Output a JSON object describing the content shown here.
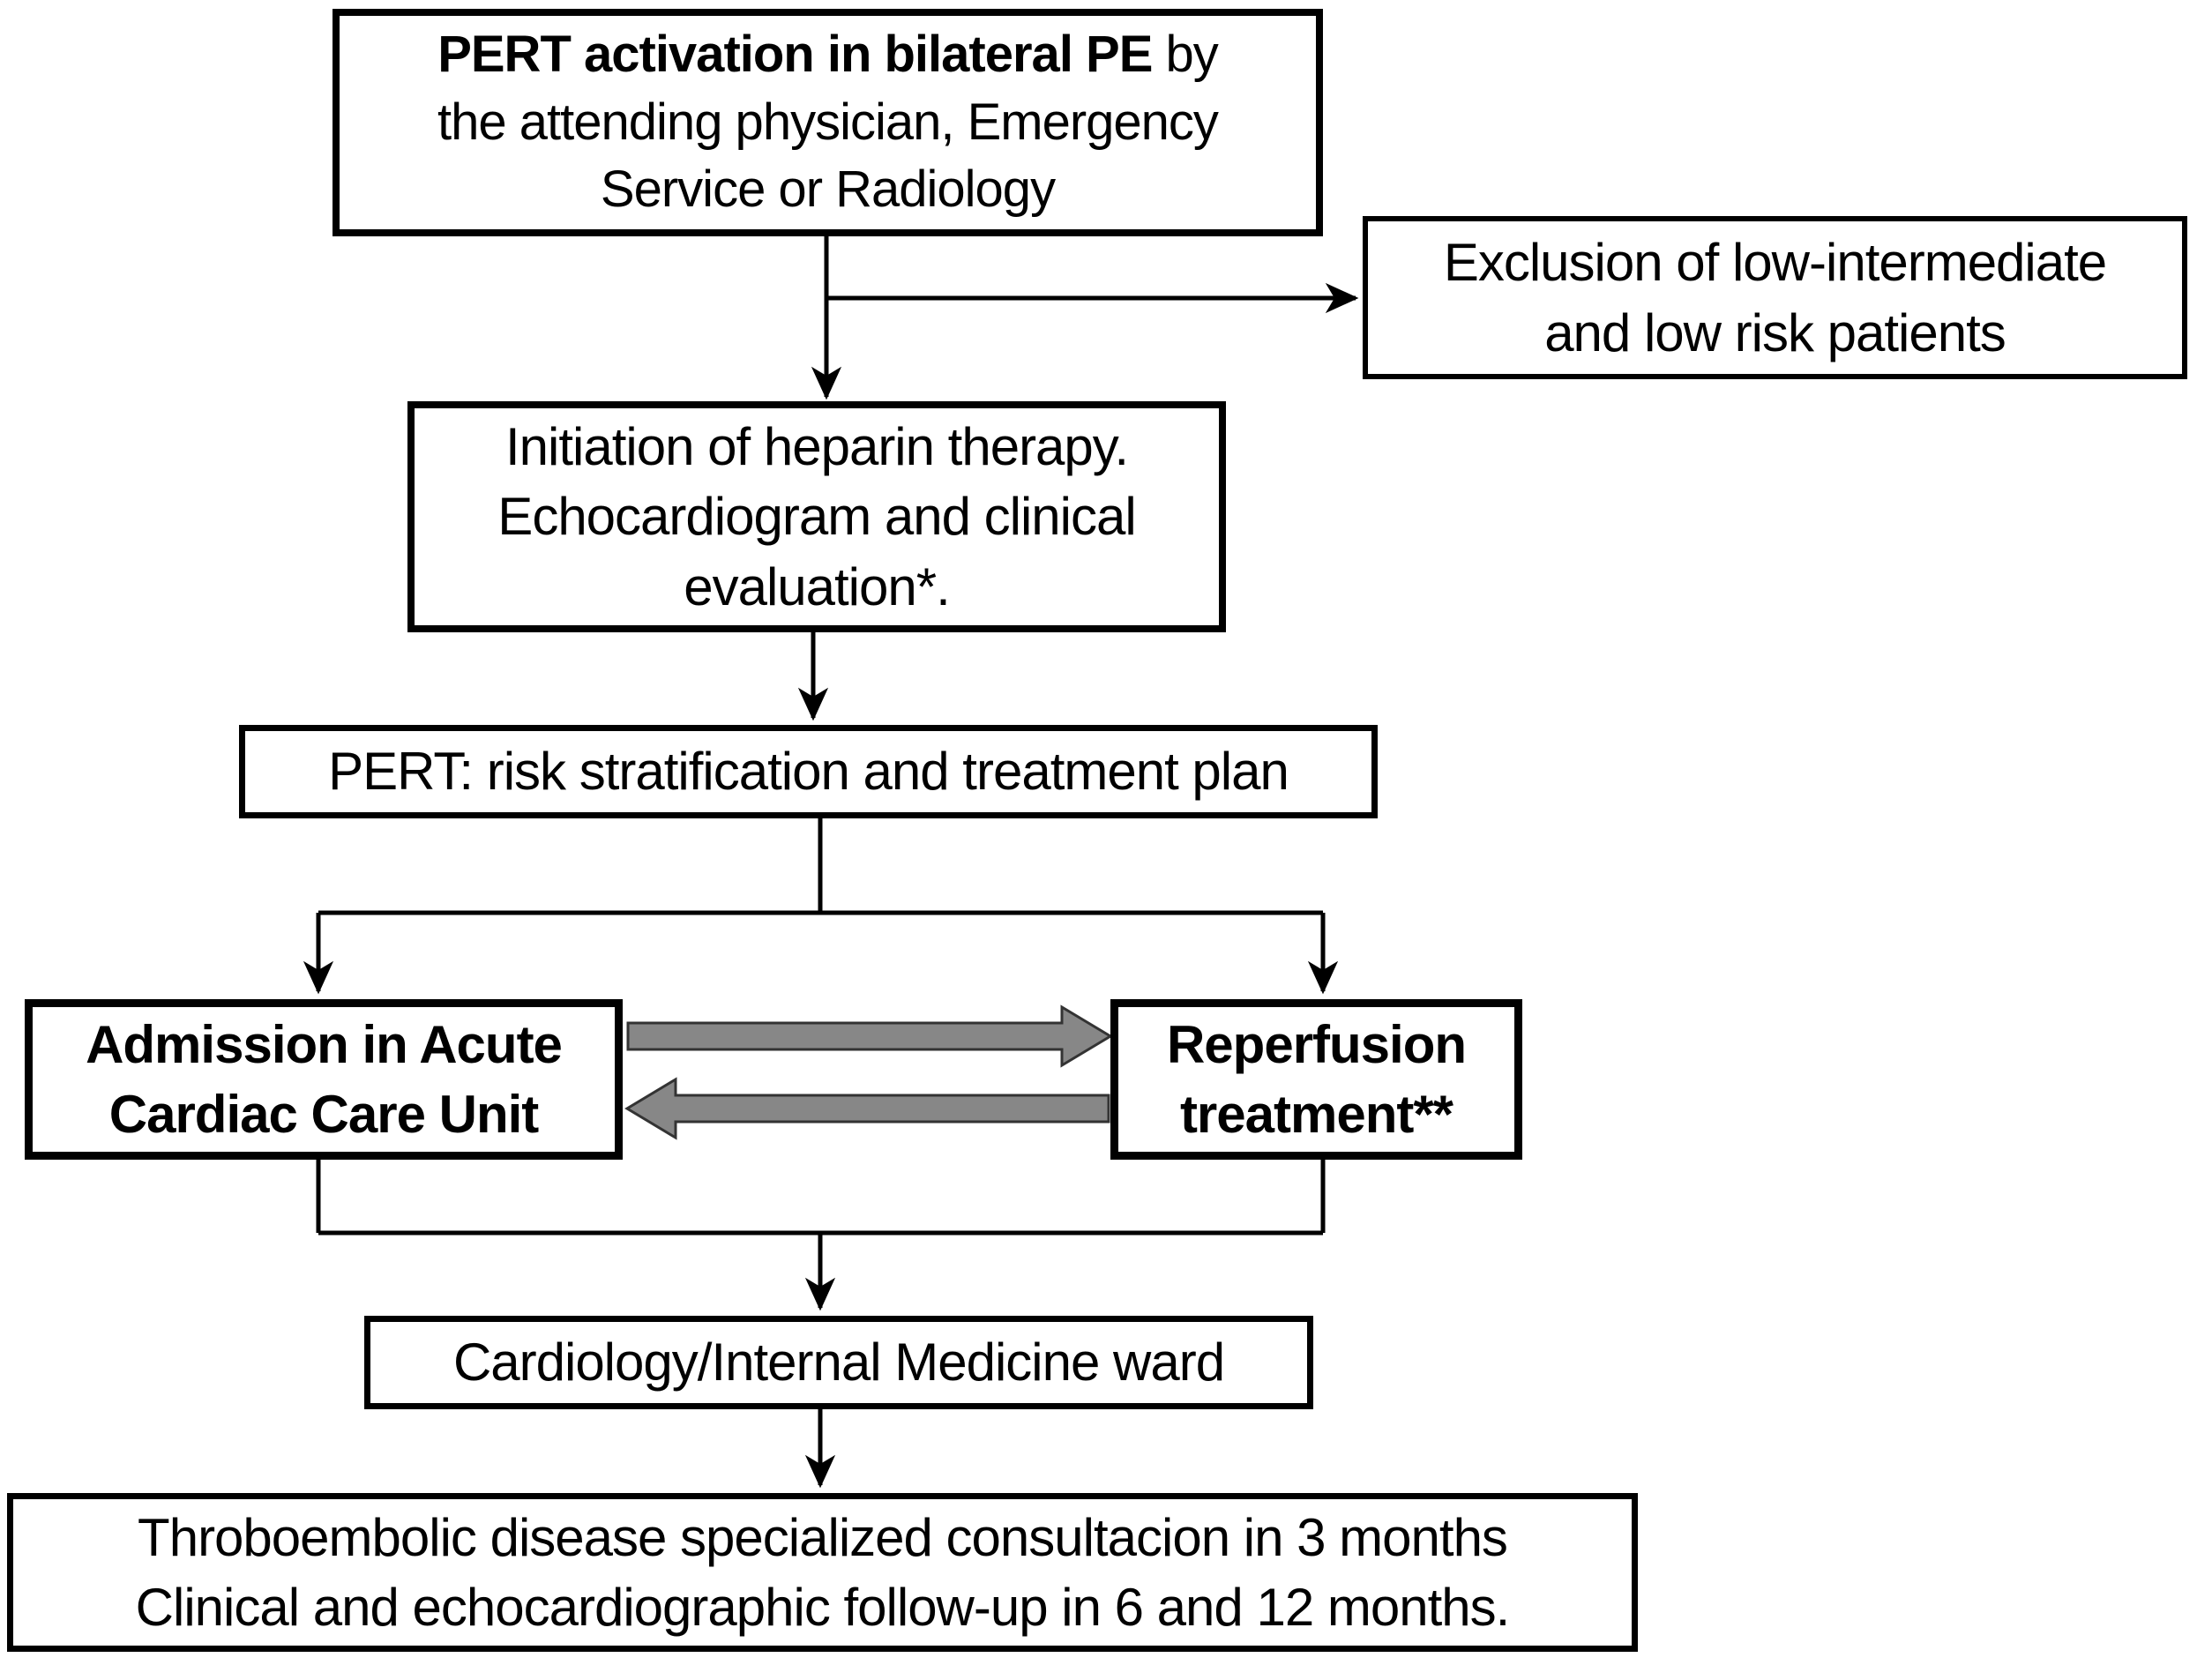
{
  "colors": {
    "background": "#ffffff",
    "box_bg": "#ffffff",
    "box_border": "#000000",
    "text": "#000000",
    "connector": "#000000",
    "block_arrow_fill": "#878787",
    "block_arrow_stroke": "#333333"
  },
  "nodes": {
    "activation": {
      "line1_bold": "PERT activation in bilateral PE",
      "line1_rest": " by",
      "line2": "the attending physician, Emergency",
      "line3": "Service or Radiology"
    },
    "exclusion": {
      "line1": "Exclusion of low-intermediate",
      "line2": "and low risk patients"
    },
    "heparin": {
      "line1": "Initiation of heparin therapy.",
      "line2": "Echocardiogram and clinical",
      "line3": "evaluation*."
    },
    "pert": {
      "line1": "PERT: risk stratification and treatment plan"
    },
    "admission": {
      "line1": "Admission in Acute",
      "line2": "Cardiac Care Unit"
    },
    "reperfusion": {
      "line1": "Reperfusion",
      "line2": "treatment**"
    },
    "ward": {
      "line1": "Cardiology/Internal Medicine ward"
    },
    "followup": {
      "line1": "Throboembolic disease specialized consultacion in 3 months",
      "line2": "Clinical and echocardiographic follow-up in 6 and 12 months."
    }
  }
}
